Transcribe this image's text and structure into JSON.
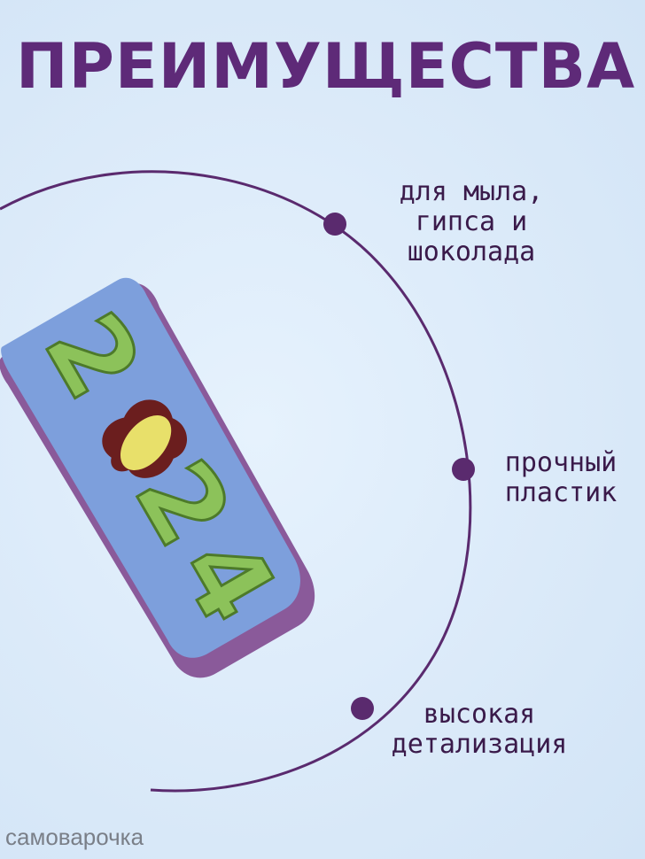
{
  "title": "ПРЕИМУЩЕСТВА",
  "features": [
    {
      "text": "для мыла,\nгипса и\nшоколада"
    },
    {
      "text": "прочный\nпластик"
    },
    {
      "text": "высокая\nдетализация"
    }
  ],
  "product": {
    "digits": [
      "2",
      "2",
      "4"
    ]
  },
  "watermark": "самоварочка",
  "colors": {
    "title": "#5e2a78",
    "accent": "#5a2a6e",
    "background": "#dbeaf9",
    "digits": "#8cc25a",
    "plate": "#7d9fdc",
    "base": "#8a5a9a"
  }
}
